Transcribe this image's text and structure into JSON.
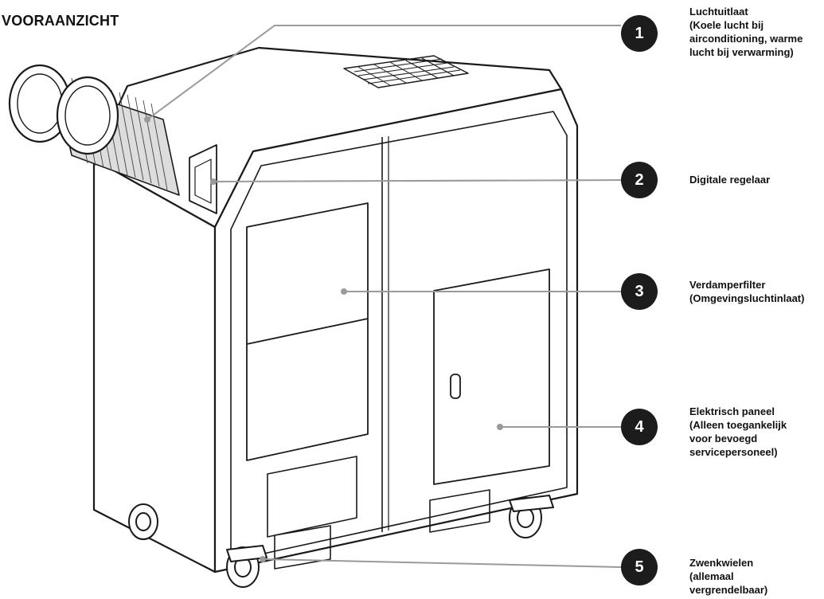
{
  "title": "VOORAANZICHT",
  "colors": {
    "badge": "#1c1c1c",
    "leader": "#9a9a9a",
    "outline": "#1a1a1a"
  },
  "callouts": [
    {
      "number": "1",
      "lines": [
        "Luchtuitlaat",
        "(Koele lucht bij",
        "airconditioning, warme",
        "lucht bij verwarming)"
      ]
    },
    {
      "number": "2",
      "lines": [
        "Digitale regelaar"
      ]
    },
    {
      "number": "3",
      "lines": [
        "Verdamperfilter",
        "(Omgevingsluchtinlaat)"
      ]
    },
    {
      "number": "4",
      "lines": [
        "Elektrisch paneel",
        "(Alleen toegankelijk",
        "voor bevoegd",
        "servicepersoneel)"
      ]
    },
    {
      "number": "5",
      "lines": [
        "Zwenkwielen",
        "(allemaal",
        "vergrendelbaar)"
      ]
    }
  ]
}
